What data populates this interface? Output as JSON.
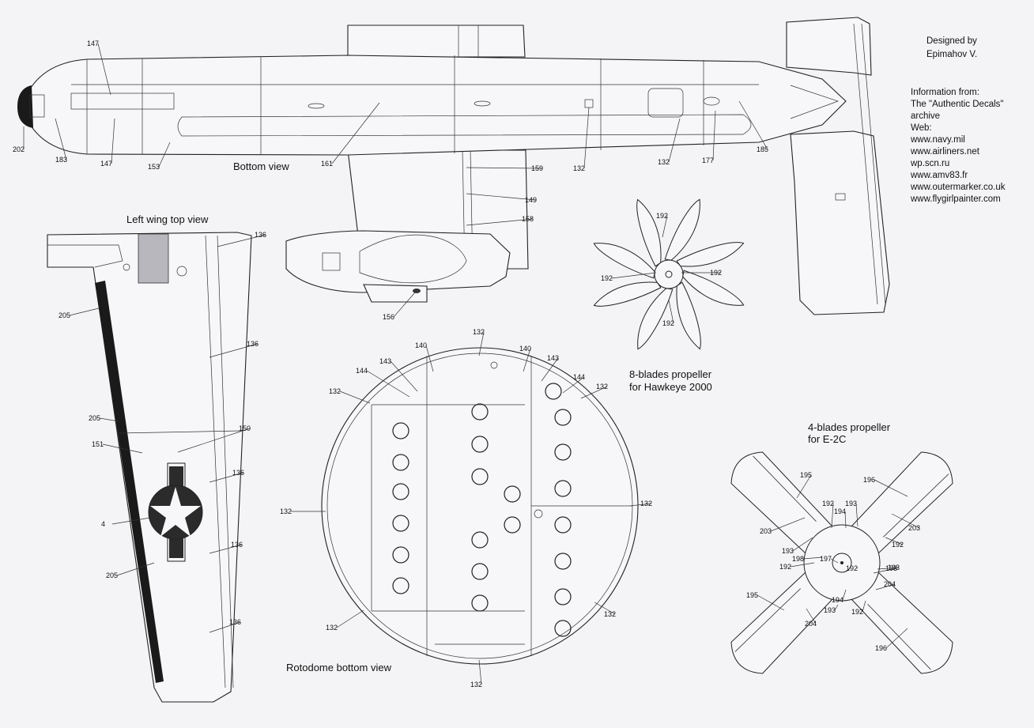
{
  "info": {
    "designed_by": "Designed by",
    "designer": "Epimahov V.",
    "info_from": "Information from:",
    "source": "The \"Authentic Decals\"",
    "archive": "archive",
    "web": "Web:",
    "sites": [
      "www.navy.mil",
      "www.airliners.net",
      "wp.scn.ru",
      "www.amv83.fr",
      "www.outermarker.co.uk",
      "www.flygirlpainter.com"
    ]
  },
  "views": {
    "bottom": "Bottom view",
    "wing": "Left wing top view",
    "rotodome": "Rotodome bottom view",
    "prop8_line1": "8-blades propeller",
    "prop8_line2": "for Hawkeye 2000",
    "prop4_line1": "4-blades propeller",
    "prop4_line2": "for E-2C"
  },
  "callouts": {
    "fuselage": [
      "147",
      "202",
      "183",
      "147",
      "153",
      "161",
      "132",
      "132",
      "177",
      "185",
      "159",
      "149",
      "158",
      "156"
    ],
    "wing": [
      "136",
      "205",
      "136",
      "205",
      "150",
      "151",
      "136",
      "4",
      "136",
      "205",
      "136"
    ],
    "prop8": [
      "192",
      "192",
      "192",
      "192"
    ],
    "rotodome": [
      "132",
      "140",
      "140",
      "143",
      "143",
      "144",
      "144",
      "132",
      "132",
      "132",
      "132",
      "132",
      "132",
      "132"
    ],
    "prop4": [
      "195",
      "196",
      "192",
      "193",
      "203",
      "194",
      "203",
      "193",
      "192",
      "198",
      "197",
      "192",
      "193",
      "195",
      "194",
      "204",
      "193",
      "192",
      "204",
      "196",
      "192",
      "193"
    ]
  },
  "colors": {
    "line": "#222222",
    "paper": "#f4f4f6",
    "insignia": "#2b2b2b",
    "walkway": "#1a1a1a"
  }
}
